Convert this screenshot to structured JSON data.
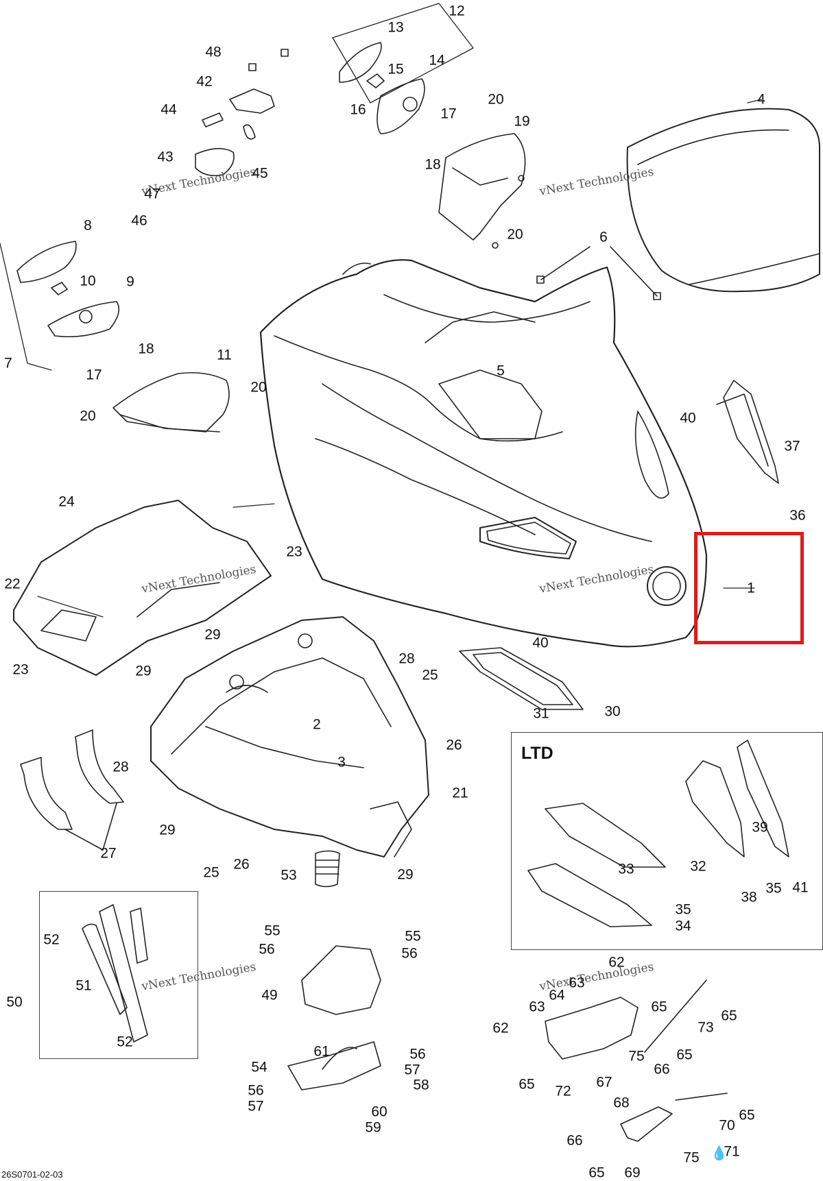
{
  "diagram": {
    "drawing_number": "26S0701-02-03",
    "group_label": "LTD",
    "highlighted_callout": "1",
    "watermark_line1": "vNext Technologies",
    "watermark_line2": "vNext Technologies",
    "highlight_color": "#e01b1b",
    "line_color": "#222222",
    "callouts": [
      {
        "id": "c1",
        "label": "1"
      },
      {
        "id": "c2",
        "label": "2"
      },
      {
        "id": "c3",
        "label": "3"
      },
      {
        "id": "c4",
        "label": "4"
      },
      {
        "id": "c5",
        "label": "5"
      },
      {
        "id": "c6",
        "label": "6"
      },
      {
        "id": "c7",
        "label": "7"
      },
      {
        "id": "c8",
        "label": "8"
      },
      {
        "id": "c9",
        "label": "9"
      },
      {
        "id": "c10",
        "label": "10"
      },
      {
        "id": "c11",
        "label": "11"
      },
      {
        "id": "c12",
        "label": "12"
      },
      {
        "id": "c13",
        "label": "13"
      },
      {
        "id": "c14",
        "label": "14"
      },
      {
        "id": "c15",
        "label": "15"
      },
      {
        "id": "c16",
        "label": "16"
      },
      {
        "id": "c17a",
        "label": "17"
      },
      {
        "id": "c17b",
        "label": "17"
      },
      {
        "id": "c18a",
        "label": "18"
      },
      {
        "id": "c18b",
        "label": "18"
      },
      {
        "id": "c19",
        "label": "19"
      },
      {
        "id": "c20a",
        "label": "20"
      },
      {
        "id": "c20b",
        "label": "20"
      },
      {
        "id": "c20c",
        "label": "20"
      },
      {
        "id": "c20d",
        "label": "20"
      },
      {
        "id": "c21",
        "label": "21"
      },
      {
        "id": "c22",
        "label": "22"
      },
      {
        "id": "c23a",
        "label": "23"
      },
      {
        "id": "c23b",
        "label": "23"
      },
      {
        "id": "c24",
        "label": "24"
      },
      {
        "id": "c25a",
        "label": "25"
      },
      {
        "id": "c25b",
        "label": "25"
      },
      {
        "id": "c26a",
        "label": "26"
      },
      {
        "id": "c26b",
        "label": "26"
      },
      {
        "id": "c27",
        "label": "27"
      },
      {
        "id": "c28a",
        "label": "28"
      },
      {
        "id": "c28b",
        "label": "28"
      },
      {
        "id": "c29a",
        "label": "29"
      },
      {
        "id": "c29b",
        "label": "29"
      },
      {
        "id": "c29c",
        "label": "29"
      },
      {
        "id": "c29d",
        "label": "29"
      },
      {
        "id": "c30",
        "label": "30"
      },
      {
        "id": "c31",
        "label": "31"
      },
      {
        "id": "c32",
        "label": "32"
      },
      {
        "id": "c33",
        "label": "33"
      },
      {
        "id": "c34",
        "label": "34"
      },
      {
        "id": "c35a",
        "label": "35"
      },
      {
        "id": "c35b",
        "label": "35"
      },
      {
        "id": "c36",
        "label": "36"
      },
      {
        "id": "c37",
        "label": "37"
      },
      {
        "id": "c38",
        "label": "38"
      },
      {
        "id": "c39",
        "label": "39"
      },
      {
        "id": "c40a",
        "label": "40"
      },
      {
        "id": "c40b",
        "label": "40"
      },
      {
        "id": "c41",
        "label": "41"
      },
      {
        "id": "c42",
        "label": "42"
      },
      {
        "id": "c43",
        "label": "43"
      },
      {
        "id": "c44",
        "label": "44"
      },
      {
        "id": "c45",
        "label": "45"
      },
      {
        "id": "c46",
        "label": "46"
      },
      {
        "id": "c47",
        "label": "47"
      },
      {
        "id": "c48",
        "label": "48"
      },
      {
        "id": "c49",
        "label": "49"
      },
      {
        "id": "c50",
        "label": "50"
      },
      {
        "id": "c51",
        "label": "51"
      },
      {
        "id": "c52a",
        "label": "52"
      },
      {
        "id": "c52b",
        "label": "52"
      },
      {
        "id": "c53",
        "label": "53"
      },
      {
        "id": "c54",
        "label": "54"
      },
      {
        "id": "c55a",
        "label": "55"
      },
      {
        "id": "c55b",
        "label": "55"
      },
      {
        "id": "c56a",
        "label": "56"
      },
      {
        "id": "c56b",
        "label": "56"
      },
      {
        "id": "c56c",
        "label": "56"
      },
      {
        "id": "c56d",
        "label": "56"
      },
      {
        "id": "c57a",
        "label": "57"
      },
      {
        "id": "c57b",
        "label": "57"
      },
      {
        "id": "c58",
        "label": "58"
      },
      {
        "id": "c59",
        "label": "59"
      },
      {
        "id": "c60",
        "label": "60"
      },
      {
        "id": "c61",
        "label": "61"
      },
      {
        "id": "c62a",
        "label": "62"
      },
      {
        "id": "c62b",
        "label": "62"
      },
      {
        "id": "c63a",
        "label": "63"
      },
      {
        "id": "c63b",
        "label": "63"
      },
      {
        "id": "c64",
        "label": "64"
      },
      {
        "id": "c65a",
        "label": "65"
      },
      {
        "id": "c65b",
        "label": "65"
      },
      {
        "id": "c65c",
        "label": "65"
      },
      {
        "id": "c65d",
        "label": "65"
      },
      {
        "id": "c65e",
        "label": "65"
      },
      {
        "id": "c65f",
        "label": "65"
      },
      {
        "id": "c66a",
        "label": "66"
      },
      {
        "id": "c66b",
        "label": "66"
      },
      {
        "id": "c67",
        "label": "67"
      },
      {
        "id": "c68",
        "label": "68"
      },
      {
        "id": "c69",
        "label": "69"
      },
      {
        "id": "c70",
        "label": "70"
      },
      {
        "id": "c71",
        "label": "71"
      },
      {
        "id": "c72",
        "label": "72"
      },
      {
        "id": "c73",
        "label": "73"
      },
      {
        "id": "c75a",
        "label": "75"
      },
      {
        "id": "c75b",
        "label": "75"
      }
    ]
  }
}
